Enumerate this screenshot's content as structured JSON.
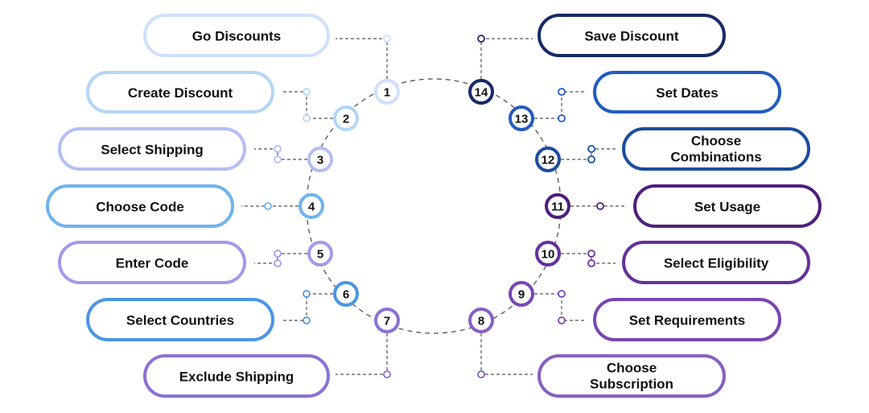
{
  "steps": [
    {
      "number": "1",
      "label": "Go Discounts",
      "color": "#cfe0fb"
    },
    {
      "number": "2",
      "label": "Create Discount",
      "color": "#b3d6f7"
    },
    {
      "number": "3",
      "label": "Select Shipping",
      "color": "#b3bef4"
    },
    {
      "number": "4",
      "label": "Choose Code",
      "color": "#6fb3ee"
    },
    {
      "number": "5",
      "label": "Enter Code",
      "color": "#a29be8"
    },
    {
      "number": "6",
      "label": "Select Countries",
      "color": "#4a95e4"
    },
    {
      "number": "7",
      "label": "Exclude Shipping",
      "color": "#8b72d4"
    },
    {
      "number": "8",
      "label": "Choose Subscription",
      "color": "#8760c2"
    },
    {
      "number": "9",
      "label": "Set Requirements",
      "color": "#7747b4"
    },
    {
      "number": "10",
      "label": "Select Eligibility",
      "color": "#65309a"
    },
    {
      "number": "11",
      "label": "Set Usage",
      "color": "#4e1f7d"
    },
    {
      "number": "12",
      "label": "Choose Combinations",
      "color": "#1b4c9e"
    },
    {
      "number": "13",
      "label": "Set Dates",
      "color": "#235bc0"
    },
    {
      "number": "14",
      "label": "Save Discount",
      "color": "#172a66"
    }
  ]
}
